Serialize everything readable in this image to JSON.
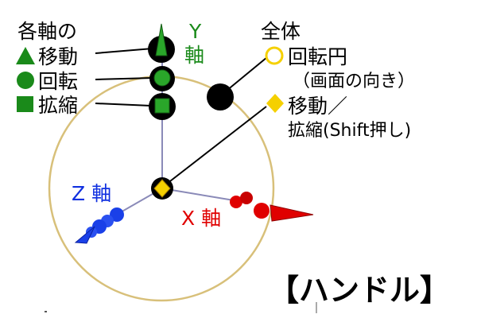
{
  "title": "【ハンドル】",
  "axes": {
    "y": {
      "letter": "Y",
      "word": "軸",
      "color": "#1a8a1a"
    },
    "x": {
      "label": "X 軸",
      "color": "#e00000"
    },
    "z": {
      "label": "Z 軸",
      "color": "#1030e0"
    }
  },
  "per_axis": {
    "heading": "各軸の",
    "items": [
      {
        "label": "移動",
        "symbol": "▲",
        "icon": "green-triangle-icon"
      },
      {
        "label": "回転",
        "symbol": "●",
        "icon": "green-circle-icon"
      },
      {
        "label": "拡縮",
        "symbol": "■",
        "icon": "green-square-icon"
      }
    ]
  },
  "global": {
    "heading": "全体",
    "rotate_line1": "回転円",
    "rotate_line2": "（画面の向き）",
    "move_line1": "移動／",
    "move_line2": "拡縮(Shift押し)",
    "rotate_icon": "yellow-circle-outline-icon",
    "move_icon": "yellow-diamond-icon"
  },
  "colors": {
    "green": "#1a8a1a",
    "handle_green": "#2aa62a",
    "ring": "#d8c07a",
    "yellow": "#f5d000",
    "axis_line": "#8a8ab8"
  }
}
